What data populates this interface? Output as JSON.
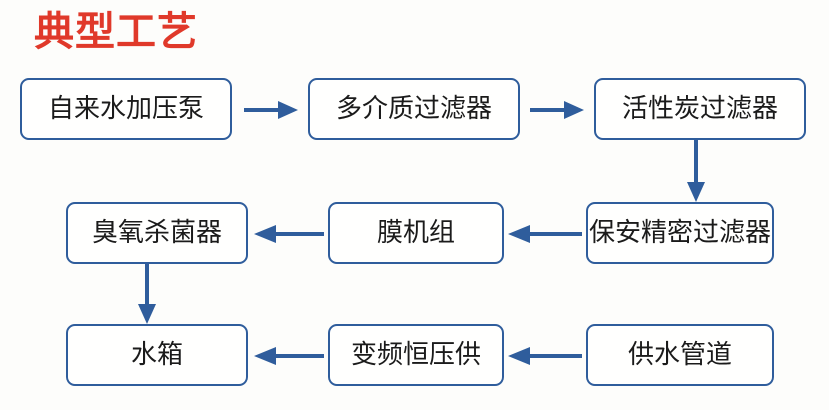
{
  "diagram": {
    "title": "典型工艺",
    "title_color": "#e0392a",
    "box_border_color": "#2f5d9c",
    "arrow_color": "#2f5d9c",
    "background_color": "#fdfdfb",
    "type": "process-flowchart",
    "nodes": [
      {
        "id": "n1",
        "label": "自来水加压泵",
        "row": 1,
        "col": 1
      },
      {
        "id": "n2",
        "label": "多介质过滤器",
        "row": 1,
        "col": 2
      },
      {
        "id": "n3",
        "label": "活性炭过滤器",
        "row": 1,
        "col": 3
      },
      {
        "id": "n4",
        "label": "保安精密过滤器",
        "row": 2,
        "col": 3
      },
      {
        "id": "n5",
        "label": "膜机组",
        "row": 2,
        "col": 2
      },
      {
        "id": "n6",
        "label": "臭氧杀菌器",
        "row": 2,
        "col": 1
      },
      {
        "id": "n7",
        "label": "水箱",
        "row": 3,
        "col": 1
      },
      {
        "id": "n8",
        "label": "变频恒压供",
        "row": 3,
        "col": 2
      },
      {
        "id": "n9",
        "label": "供水管道",
        "row": 3,
        "col": 3
      }
    ],
    "edges": [
      {
        "from": "n1",
        "to": "n2",
        "direction": "right"
      },
      {
        "from": "n2",
        "to": "n3",
        "direction": "right"
      },
      {
        "from": "n3",
        "to": "n4",
        "direction": "down"
      },
      {
        "from": "n4",
        "to": "n5",
        "direction": "left"
      },
      {
        "from": "n5",
        "to": "n6",
        "direction": "left"
      },
      {
        "from": "n6",
        "to": "n7",
        "direction": "down"
      },
      {
        "from": "n9",
        "to": "n8",
        "direction": "left"
      },
      {
        "from": "n8",
        "to": "n7",
        "direction": "left"
      }
    ]
  }
}
